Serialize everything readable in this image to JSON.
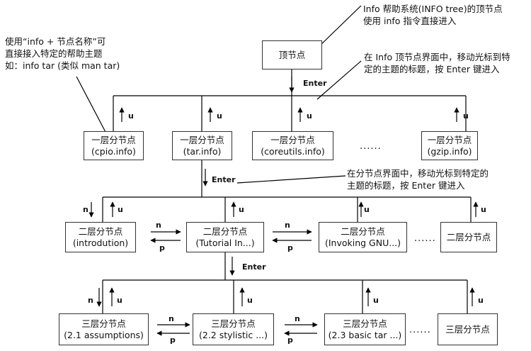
{
  "notes": {
    "top_right": [
      "Info 帮助系统(INFO tree)的顶节点",
      "使用 info 指令直接进入"
    ],
    "left": [
      "使用“info + 节点名称”可",
      "直接接入特定的帮助主题",
      "如：info tar (类似 man tar)"
    ],
    "mid_right": [
      "在 Info 顶节点界面中，移动光标到特",
      "定的主题的标题，按 Enter 键进入"
    ],
    "lower_right": [
      "在分节点界面中，移动光标到特定的",
      "主题的标题，按 Enter 键进入"
    ]
  },
  "nodes": {
    "top": {
      "line1": "顶节点"
    },
    "l1_cpio": {
      "line1": "一层分节点",
      "line2": "(cpio.info)"
    },
    "l1_tar": {
      "line1": "一层分节点",
      "line2": "(tar.info)"
    },
    "l1_coreutils": {
      "line1": "一层分节点",
      "line2": "(coreutils.info)"
    },
    "l1_gzip": {
      "line1": "一层分节点",
      "line2": "(gzip.info)"
    },
    "l2_intro": {
      "line1": "二层分节点",
      "line2": "(introdution)"
    },
    "l2_tutorial": {
      "line1": "二层分节点",
      "line2": "(Tutorial In...)"
    },
    "l2_invoking": {
      "line1": "二层分节点",
      "line2": "(Invoking GNU...)"
    },
    "l2_last": {
      "line1": "二层分节点"
    },
    "l3_assump": {
      "line1": "三层分节点",
      "line2": "(2.1 assumptions)"
    },
    "l3_stylistic": {
      "line1": "三层分节点",
      "line2": "(2.2 stylistic ...)"
    },
    "l3_basic": {
      "line1": "三层分节点",
      "line2": "(2.3 basic tar ...)"
    },
    "l3_last": {
      "line1": "三层分节点"
    }
  },
  "labels": {
    "enter": "Enter",
    "up": "u",
    "next": "n",
    "prev": "p"
  },
  "ellipsis": "......"
}
